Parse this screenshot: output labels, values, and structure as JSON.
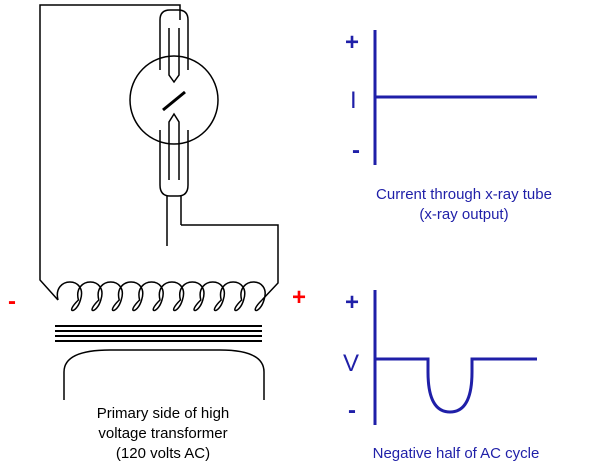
{
  "circuit": {
    "terminal_left": "-",
    "terminal_right": "+",
    "transformer_caption": [
      "Primary side of high",
      "voltage transformer",
      "(120 volts AC)"
    ]
  },
  "current_graph": {
    "plus": "+",
    "axis_label": "I",
    "minus": "-",
    "caption": [
      "Current through x-ray tube",
      "(x-ray output)"
    ]
  },
  "voltage_graph": {
    "plus": "+",
    "axis_label": "V",
    "minus": "-",
    "caption": [
      "Negative half of AC cycle"
    ]
  },
  "colors": {
    "wire": "#000000",
    "terminal": "#ff0000",
    "graph": "#1f1fa8"
  }
}
